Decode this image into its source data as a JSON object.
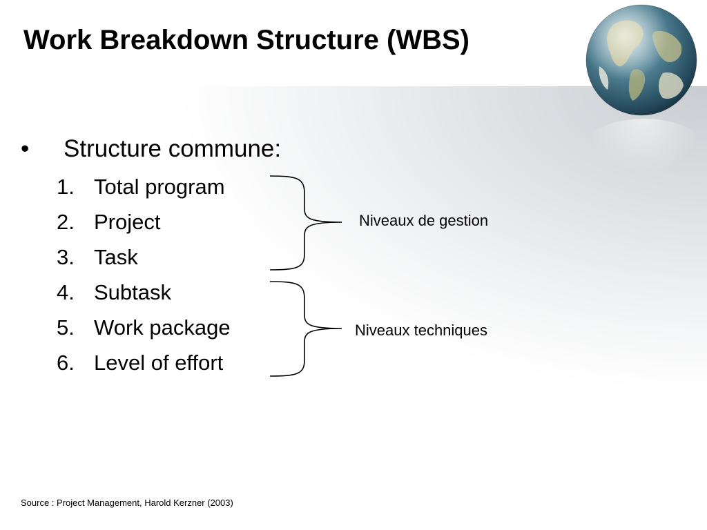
{
  "slide": {
    "title": "Work Breakdown Structure (WBS)",
    "bullet_symbol": "•",
    "bullet_text": "Structure commune:",
    "items": [
      {
        "number": "1.",
        "label": "Total program"
      },
      {
        "number": "2.",
        "label": "Project"
      },
      {
        "number": "3.",
        "label": "Task"
      },
      {
        "number": "4.",
        "label": "Subtask"
      },
      {
        "number": "5.",
        "label": "Work package"
      },
      {
        "number": "6.",
        "label": "Level of effort"
      }
    ],
    "group_labels": {
      "management": "Niveaux de gestion",
      "technical": "Niveaux techniques"
    },
    "source": "Source : Project Management, Harold Kerzner (2003)"
  },
  "decor": {
    "icon": "globe-icon",
    "background_gray": "#c9cdd1",
    "ocean_color": "#3d6f86",
    "land_color": "#b7b98a"
  }
}
